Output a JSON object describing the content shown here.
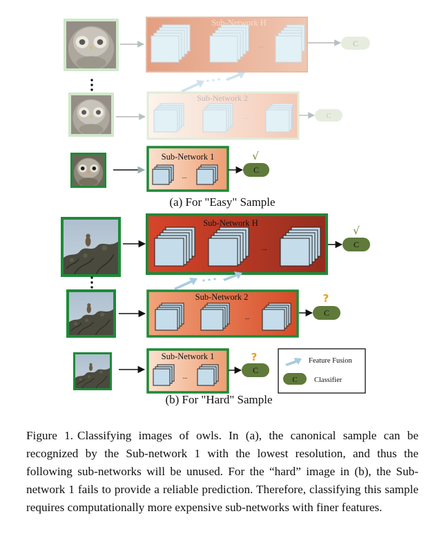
{
  "panels": [
    {
      "label": "(a) For \"Easy\" Sample",
      "rows": [
        {
          "subnet_title": "Sub-Network H",
          "classifier": "C",
          "mark": ""
        },
        {
          "subnet_title": "Sub-Network 2",
          "classifier": "C",
          "mark": ""
        },
        {
          "subnet_title": "Sub-Network 1",
          "classifier": "C",
          "mark": "√"
        }
      ]
    },
    {
      "label": "(b) For \"Hard\" Sample",
      "rows": [
        {
          "subnet_title": "Sub-Network H",
          "classifier": "C",
          "mark": "√"
        },
        {
          "subnet_title": "Sub-Network 2",
          "classifier": "C",
          "mark": "?"
        },
        {
          "subnet_title": "Sub-Network 1",
          "classifier": "C",
          "mark": "?"
        }
      ]
    }
  ],
  "ellipsis": "...",
  "legend": {
    "feature_fusion": "Feature Fusion",
    "classifier_symbol": "C",
    "classifier": "Classifier"
  },
  "caption": {
    "label": "Figure 1.",
    "text": "Classifying images of owls. In (a), the canonical sample can be recognized by the Sub-network 1 with the lowest resolution, and thus the following sub-networks will be unused. For the “hard” image in (b), the Sub-network 1 fails to provide a reliable prediction. Therefore, classifying this sample requires computationally more expensive sub-networks with finer features."
  },
  "colors": {
    "green_border": "#1e8a38",
    "classifier_green": "#5f7a3a",
    "check_green": "#6a8a2a",
    "question_orange": "#e8a020",
    "block_fill": "#c5dcea",
    "fusion_arrow": "#a8cbe0"
  }
}
